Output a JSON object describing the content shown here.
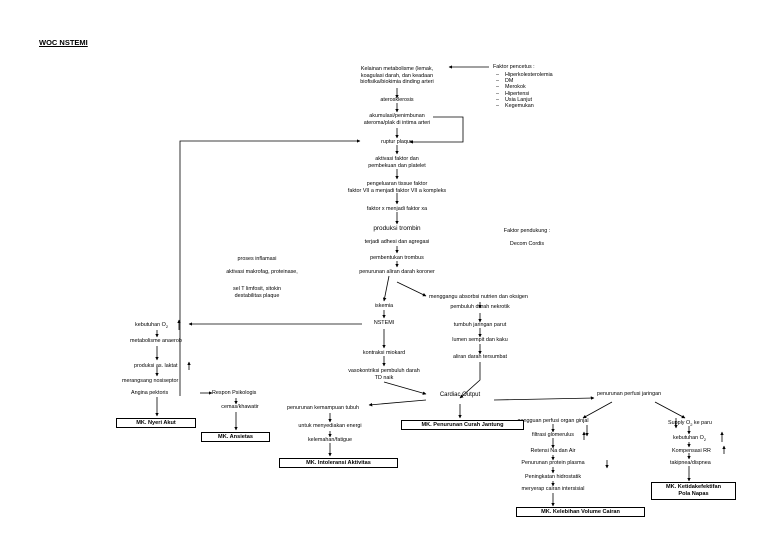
{
  "title": "WOC NSTEMI",
  "main": {
    "n1": "Kelainan metabolisme (lemak,",
    "n2": "koagulasi darah, dan keadaan",
    "n3": "biofisika/biokimia dinding arteri",
    "aterosklerosis": "aterosklerosis",
    "akumulasi1": "akumulasi/penimbunan",
    "akumulasi2": "ateroma/plak di intima arteri",
    "ruptur": "ruptur plaque",
    "aktivasi1": "aktivasi faktor dan",
    "aktivasi2": "pembekuan dan platelet",
    "pengeluaran1": "pengeluaran tissue faktor",
    "pengeluaran2": "faktor VII a menjadi faktor VII a kompleks",
    "faktorx": "faktor x menjadi faktor xa",
    "produksi": "produksi trombin",
    "adhesi": "terjadi adhesi dan agregasi",
    "pembentukan": "pembentukan trombus",
    "penurunan_aliran": "penurunan aliran darah koroner",
    "iskemia": "iskemia",
    "nstemi": "NSTEMI",
    "kontraksi": "kontraksi miokard",
    "vaso1": "vasokontriksi pembuluh darah",
    "vaso2": "TD naik",
    "cardiac": "Cardiac Output"
  },
  "faktor_pencetus": {
    "title": "Faktor pencetus :",
    "items": [
      "Hiperkolesterolemia",
      "DM",
      "Merokok",
      "Hipertensi",
      "Usia Lanjut",
      "Kegemukan"
    ]
  },
  "faktor_pendukung": {
    "title": "Faktor pendukung :",
    "value": "Decom Cordis"
  },
  "inflamasi": {
    "l1": "proses inflamasi",
    "l2": "aktivasi makrofag, proteinase,",
    "l3": "sel T limfosit, sitokin",
    "l4": "destabilitas plaque"
  },
  "right_branch": {
    "r1": "menggangu absorbsi nutrien dan oksigen",
    "r2": "pembuluh darah nekrotik",
    "r3": "tumbuh jaringan parut",
    "r4": "lumen sempit dan kaku",
    "r5": "aliran darah tersumbat"
  },
  "left_branch": {
    "l1": "kebutuhan O",
    "l2": "metabolisme anaerob",
    "l3": "produksi as. laktat",
    "l4": "merangsang nosiseptor",
    "l5": "Angina pektoris",
    "respon": "Respon Psikologis",
    "cemas": "cemas/khawatir"
  },
  "middle_branch": {
    "m1": "penurunan kemampuan tubuh",
    "m2": "untuk menyediakan energi",
    "m3": "kelemahan/fatigue"
  },
  "perfusi": {
    "title": "penurunan perfusi jaringan",
    "g1": "gangguan perfusi organ ginjal",
    "g2": "filtrasi glomerulus",
    "g3": "Retensi Na dan Air",
    "g4": "Penurunan protein plasma",
    "g5": "Peningkatan hidrostatik",
    "g6": "meryerap cairan intersisial",
    "p1": "Supply O",
    "p1b": " ke paru",
    "p2": "kebutuhan O",
    "p3": "Kompensasi RR",
    "p4": "takipnea/dispnea"
  },
  "diagnoses": {
    "nyeri": "MK. Nyeri Akut",
    "ansietas": "MK. Ansietas",
    "intoleransi": "MK. Intoleransi Aktivitas",
    "penurunan_curah": "MK. Penurunan Curah Jantung",
    "kelebihan": "MK. Kelebihan Volume Cairan",
    "pola_napas_1": "MK. Ketidakefektifan",
    "pola_napas_2": "Pola Napas"
  },
  "subscript": "2"
}
